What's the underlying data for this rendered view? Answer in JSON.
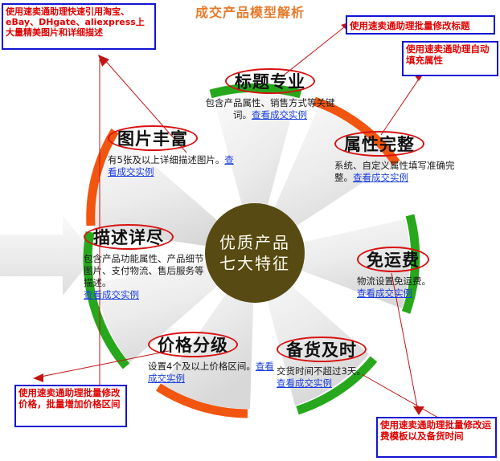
{
  "title": "成交产品模型解析",
  "colors": {
    "title": "#e8792a",
    "ring_green": "#27a81c",
    "ring_orange": "#f2550f",
    "hub": "#574a12",
    "callout_border": "#1414d2",
    "callout_text": "#e00000",
    "link": "#1a3ee0",
    "ellipse": "#d81212",
    "sector_fill": "#ececec"
  },
  "hub": {
    "line1": "优质产品",
    "line2": "七大特征"
  },
  "link_label": "查看成交实例",
  "sectors": [
    {
      "key": "title",
      "heading": "标题专业",
      "body": "包含产品属性、销售方式等关键词。",
      "link": "查看成交实例",
      "ring_color": "#27a81c"
    },
    {
      "key": "attribute",
      "heading": "属性完整",
      "body": "系统、自定义属性填写准确完整。",
      "link": "查看成交实例",
      "ring_color": "#f2550f"
    },
    {
      "key": "free-shipping",
      "heading": "免运费",
      "body": "物流设置免运费。",
      "link": "查看成交实例",
      "ring_color": "#27a81c"
    },
    {
      "key": "stock",
      "heading": "备货及时",
      "body": "交货时间不超过3天。",
      "link": "查看成交实例",
      "ring_color": "#27a81c"
    },
    {
      "key": "price",
      "heading": "价格分级",
      "body": "设置4个及以上价格区间。",
      "link": "查看成交实例",
      "ring_color": "#f2550f"
    },
    {
      "key": "description",
      "heading": "描述详尽",
      "body": "包含产品功能属性、产品细节图片、支付物流、售后服务等描述。",
      "link": "查看成交实例",
      "ring_color": "#27a81c"
    },
    {
      "key": "images",
      "heading": "图片丰富",
      "body": "有5张及以上详细描述图片。",
      "link": "查看成交实例",
      "ring_color": "#f2550f"
    }
  ],
  "callouts": [
    {
      "key": "images-tip",
      "text": "使用速卖通助理快速引用淘宝、eBay、DHgate、aliexpress上大量精美图片和详细描述"
    },
    {
      "key": "title-tip",
      "text": "使用速卖通助理批量修改标题"
    },
    {
      "key": "attribute-tip",
      "text": "使用速卖通助理自动填充属性"
    },
    {
      "key": "price-tip",
      "text": "使用速卖通助理批量修改价格，批量增加价格区间"
    },
    {
      "key": "shipping-tip",
      "text": "使用速卖通助理批量修改运费模板以及备货时间"
    }
  ]
}
